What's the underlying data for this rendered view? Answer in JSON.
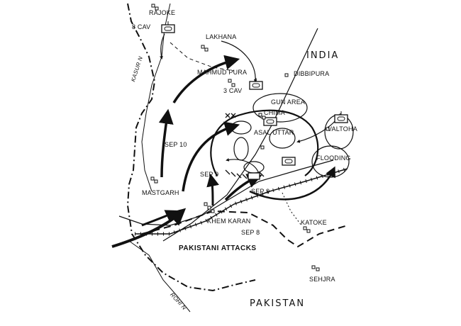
{
  "map": {
    "countries": {
      "india": "INDIA",
      "pakistan": "PAKISTAN"
    },
    "rivers": {
      "kasur": "KASUR N",
      "rohi": "ROHI N"
    },
    "places": {
      "rajoke": "RAJOKE",
      "lakhana": "LAKHANA",
      "mahmud_pura": "MAHMUD PURA",
      "dibbipura": "DIBBIPURA",
      "gun_area": "GUN AREA",
      "chima": "CHIMA",
      "asal_uttar": "ASAL UTTAR",
      "valtoha": "VALTOHA",
      "mastgarh": "MASTGARH",
      "khem_karan": "KHEM KARAN",
      "katoke": "KATOKE",
      "sehjra": "SEHJRA"
    },
    "units": {
      "cav8": "8 CAV",
      "cav3": "3 CAV"
    },
    "dates": {
      "sep10": "SEP 10",
      "sep9a": "SEP 9",
      "sep9b": "SEP 9",
      "sep8": "SEP 8"
    },
    "features": {
      "flooding": "FLOODING"
    },
    "legend": {
      "attacks": "PAKISTANI ATTACKS"
    },
    "colors": {
      "ink": "#111111",
      "paper": "#ffffff"
    }
  }
}
